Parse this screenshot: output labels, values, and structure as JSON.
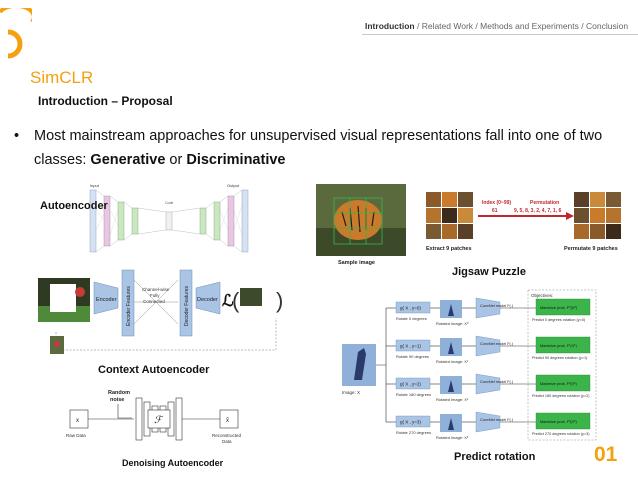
{
  "nav": {
    "items": [
      "Introduction",
      "Related Work",
      "Methods and Experiments",
      "Conclusion"
    ],
    "separator": " / "
  },
  "title": "SimCLR",
  "subtitle": "Introduction – Proposal",
  "bullet": {
    "marker": "•",
    "text_before": "Most mainstream approaches for unsupervised visual representations fall into one of two classes: ",
    "generative": "Generative",
    "or": " or ",
    "discriminative": "Discriminative"
  },
  "figures": {
    "autoencoder": {
      "label": "Autoencoder",
      "input": "Input",
      "output": "Output",
      "code": "Code"
    },
    "context_autoencoder": {
      "label": "Context Autoencoder",
      "encoder": "Encoder",
      "encoder_features": "Encoder Features",
      "channel_wise": "Channel-wise",
      "fully": "Fully",
      "connected": "Connected",
      "decoder_features": "Decoder Features",
      "decoder": "Decoder",
      "loss": "ℒ"
    },
    "denoising": {
      "label": "Denoising Autoencoder",
      "random_noise_1": "Random",
      "random_noise_2": "noise",
      "x": "x",
      "f": "ℱ",
      "x_hat": "x̂",
      "raw_data": "Raw Data",
      "reconstructed_1": "Reconstructed",
      "reconstructed_2": "Data"
    },
    "jigsaw": {
      "label": "Jigsaw Puzzle",
      "sample_image": "Sample image",
      "index_label": "Index (0~99)",
      "index_value": "61",
      "permutation_label": "Permutation",
      "permutation_value": "9, 5, 8, 3, 2, 4, 7, 1, 6",
      "extract": "Extract 9 patches",
      "permutate": "Permutate 9 patches"
    },
    "rotation": {
      "label": "Predict rotation",
      "image": "Image: X",
      "objectives": "Objectives:",
      "rows": [
        {
          "g": "g( X , y=0)",
          "rotate": "Rotate 0 degrees",
          "rotated": "Rotated image: X⁰",
          "model": "ConvNet model F(.)",
          "max": "Maximize prob. F⁰(X⁰)",
          "predict": "Predict 0 degrees rotation (y=0)"
        },
        {
          "g": "g( X , y=1)",
          "rotate": "Rotate 90 degrees",
          "rotated": "Rotated image: X¹",
          "model": "ConvNet model F(.)",
          "max": "Maximize prob. F¹(X¹)",
          "predict": "Predict 90 degrees rotation (y=1)"
        },
        {
          "g": "g( X , y=2)",
          "rotate": "Rotate 180 degrees",
          "rotated": "Rotated image: X²",
          "model": "ConvNet model F(.)",
          "max": "Maximize prob. F²(X²)",
          "predict": "Predict 180 degrees rotation (y=2)"
        },
        {
          "g": "g( X , y=3)",
          "rotate": "Rotate 270 degrees",
          "rotated": "Rotated image: X³",
          "model": "ConvNet model F(.)",
          "max": "Maximize prob. F³(X³)",
          "predict": "Predict 270 degrees rotation (y=3)"
        }
      ]
    }
  },
  "page_number": "01",
  "colors": {
    "accent": "#f5a00f",
    "nav_text": "#666666",
    "green_box": "#3bb54a",
    "blue_box": "#a9c4e4"
  }
}
